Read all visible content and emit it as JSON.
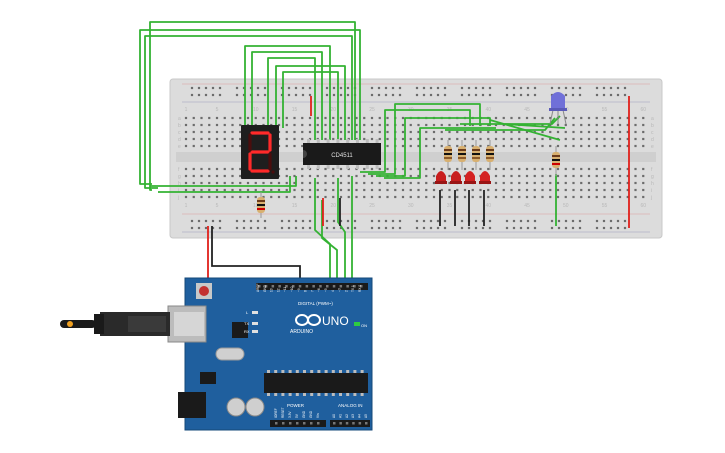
{
  "ic_chip": {
    "label": "CD4511"
  },
  "seven_segment": {
    "digit": "2",
    "lit_color": "#ff2a2a",
    "unlit_color": "#4a0d0d"
  },
  "breadboard": {
    "column_numbers": [
      "1",
      "5",
      "10",
      "15",
      "20",
      "25",
      "30",
      "35",
      "40",
      "45",
      "50",
      "55",
      "60"
    ],
    "row_letters_top": [
      "a",
      "b",
      "c",
      "d",
      "e"
    ],
    "row_letters_bottom": [
      "f",
      "g",
      "h",
      "i",
      "j"
    ]
  },
  "arduino": {
    "model_text": "UNO",
    "brand_text": "ARDUINO",
    "digital_header_text": "DIGITAL (PWM~)",
    "power_header_text": "POWER",
    "analog_header_text": "ANALOG IN",
    "on_label": "ON",
    "l_label": "L",
    "tx_label": "TX",
    "rx_label": "RX",
    "power_pins": [
      "IOREF",
      "RESET",
      "3.3V",
      "5V",
      "GND",
      "GND",
      "Vin"
    ],
    "analog_pins": [
      "A0",
      "A1",
      "A2",
      "A3",
      "A4",
      "A5"
    ],
    "digital_pins": [
      "AREF",
      "GND",
      "13",
      "12",
      "~11",
      "~10",
      "~9",
      "8",
      "7",
      "~6",
      "~5",
      "4",
      "~3",
      "2",
      "TX 1",
      "RX 0"
    ],
    "board_color": "#1f5f9e"
  },
  "wire_colors": {
    "signal": "#34b233",
    "power": "#e0201b",
    "ground": "#222222"
  },
  "led_colors": [
    "#c81e1e",
    "#c81e1e",
    "#d42222",
    "#d42222"
  ],
  "rgb_led_color": "#7070d8"
}
